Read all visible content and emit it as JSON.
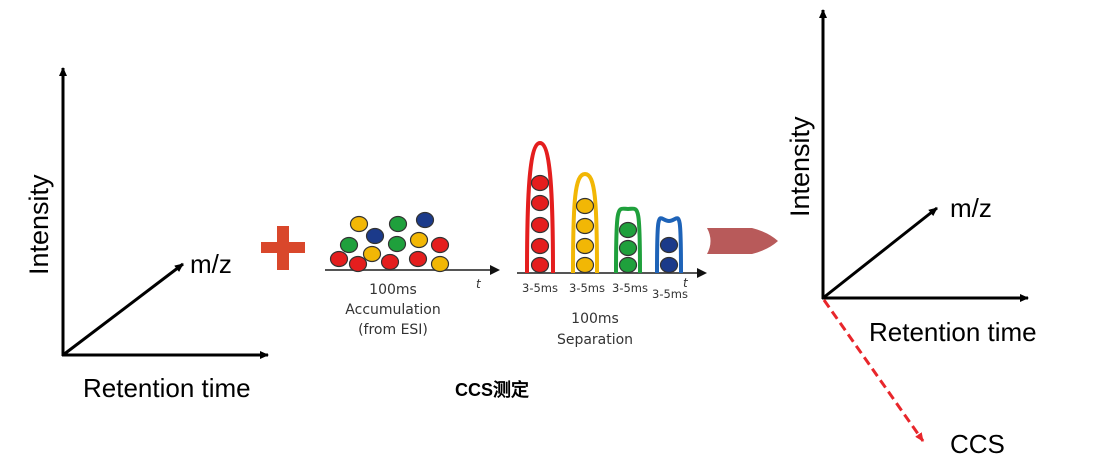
{
  "left_plot": {
    "y_label": "Intensity",
    "z_label": "m/z",
    "x_label": "Retention time"
  },
  "plus_symbol": "+",
  "accumulation": {
    "axis_label": "t",
    "line1": "100ms",
    "line2": "Accumulation",
    "line3": "(from ESI)"
  },
  "separation": {
    "axis_label": "t",
    "peak_labels": [
      "3-5ms",
      "3-5ms",
      "3-5ms",
      "3-5ms"
    ],
    "line1": "100ms",
    "line2": "Separation"
  },
  "caption": "CCS测定",
  "right_plot": {
    "y_label": "Intensity",
    "z_label": "m/z",
    "x_label": "Retention time",
    "extra_axis_label": "CCS"
  },
  "colors": {
    "red": "#e41e1e",
    "yellow": "#f2b705",
    "green": "#1fa03c",
    "blue": "#1e63b8",
    "navy": "#1b3a8a",
    "arrow": "#b85a5a",
    "plus": "#d9472b",
    "ccs_axis": "#e8262b"
  }
}
